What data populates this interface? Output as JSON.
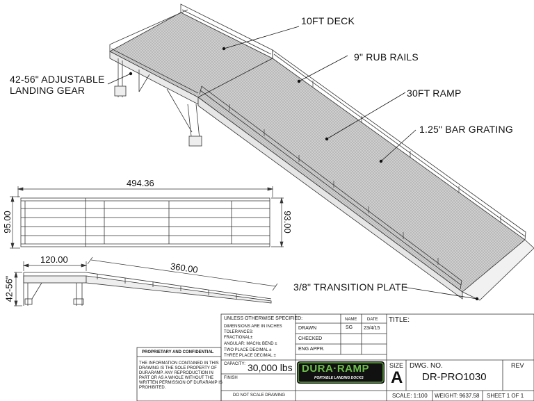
{
  "callouts": {
    "deck": "10FT DECK",
    "rub_rails": "9\" RUB RAILS",
    "ramp": "30FT RAMP",
    "grating": "1.25\" BAR GRATING",
    "landing_gear_1": "42-56\" ADJUSTABLE",
    "landing_gear_2": "LANDING GEAR",
    "transition": "3/8\" TRANSITION PLATE"
  },
  "dimensions": {
    "overall_length": "494.36",
    "width_left": "95.00",
    "width_right": "93.00",
    "deck_length": "120.00",
    "ramp_length": "360.00",
    "height_range": "42-56\""
  },
  "title_block": {
    "unless": "UNLESS OTHERWISE SPECIFIED:",
    "dims_in": "DIMENSIONS ARE IN INCHES",
    "tolerances": "TOLERANCES:",
    "fractional": "FRACTIONAL±",
    "angular": "ANGULAR: MACH±    BEND ±",
    "two_place": "TWO PLACE DECIMAL    ±",
    "three_place": "THREE PLACE DECIMAL   ±",
    "capacity_label": "CAPACITY:",
    "capacity_value": "30,000 lbs",
    "finish_label": "FINISH",
    "no_scale": "DO NOT SCALE DRAWING",
    "col_name": "NAME",
    "col_date": "DATE",
    "drawn": "DRAWN",
    "drawn_name": "SG",
    "drawn_date": "23/4/15",
    "checked": "CHECKED",
    "eng_appr": "ENG APPR.",
    "title_label": "TITLE:",
    "size_label": "SIZE",
    "size_value": "A",
    "dwg_no_label": "DWG.  NO.",
    "dwg_no_value": "DR-PRO1030",
    "rev_label": "REV",
    "scale": "SCALE: 1:100",
    "weight": "WEIGHT: 9637.58",
    "sheet": "SHEET 1 OF 1",
    "prop_title": "PROPRIETARY AND CONFIDENTIAL",
    "prop_text_1": "THE INFORMATION CONTAINED IN THIS",
    "prop_text_2": "DRAWING IS THE SOLE PROPERTY OF",
    "prop_text_3": "DURARAMP.  ANY REPRODUCTION IN",
    "prop_text_4": "PART OR AS A WHOLE WITHOUT THE",
    "prop_text_5": "WRITTEN PERMISSION OF DURARAMP IS",
    "prop_text_6": "PROHIBITED.",
    "logo_main": "DURA·RAMP",
    "logo_sub": "PORTABLE LANDING DOCKS"
  },
  "colors": {
    "logo_bg": "#111111",
    "logo_green": "#6cc04a",
    "line": "#222222",
    "grating": "#c9c9c9"
  }
}
